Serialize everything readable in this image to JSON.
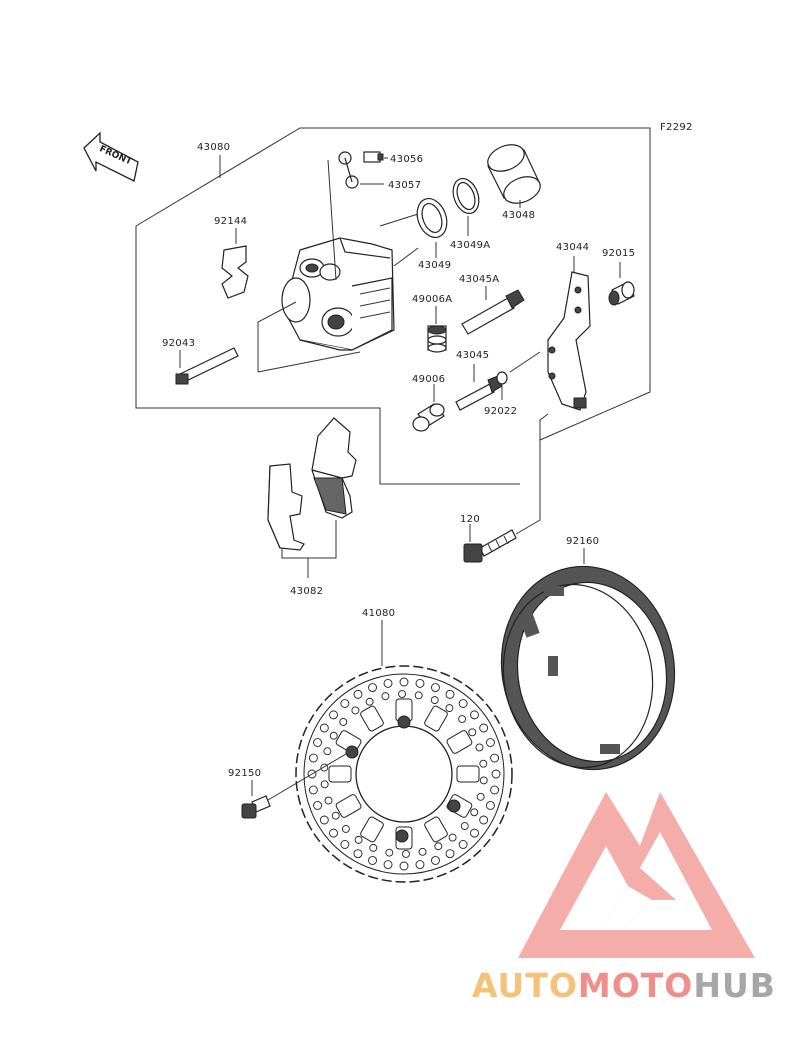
{
  "diagram": {
    "code": "F2292",
    "front_label": "FRONT",
    "parts": {
      "p43080": "43080",
      "p43056": "43056",
      "p43057": "43057",
      "p43048": "43048",
      "p92144": "92144",
      "p43049A": "43049A",
      "p43049": "43049",
      "p43044": "43044",
      "p92015": "92015",
      "p43045A": "43045A",
      "p49006A": "49006A",
      "p92043": "92043",
      "p43045": "43045",
      "p49006": "49006",
      "p92022": "92022",
      "p120": "120",
      "p92160": "92160",
      "p43082": "43082",
      "p41080": "41080",
      "p92150": "92150"
    }
  },
  "watermark": {
    "part1": "AUTO",
    "part2": "MOTO",
    "part3": "HUB",
    "colors": {
      "auto": "#f5c27a",
      "moto": "#f08f8a",
      "hub": "#a7a7a7",
      "logo": "#f3a5a0"
    }
  }
}
